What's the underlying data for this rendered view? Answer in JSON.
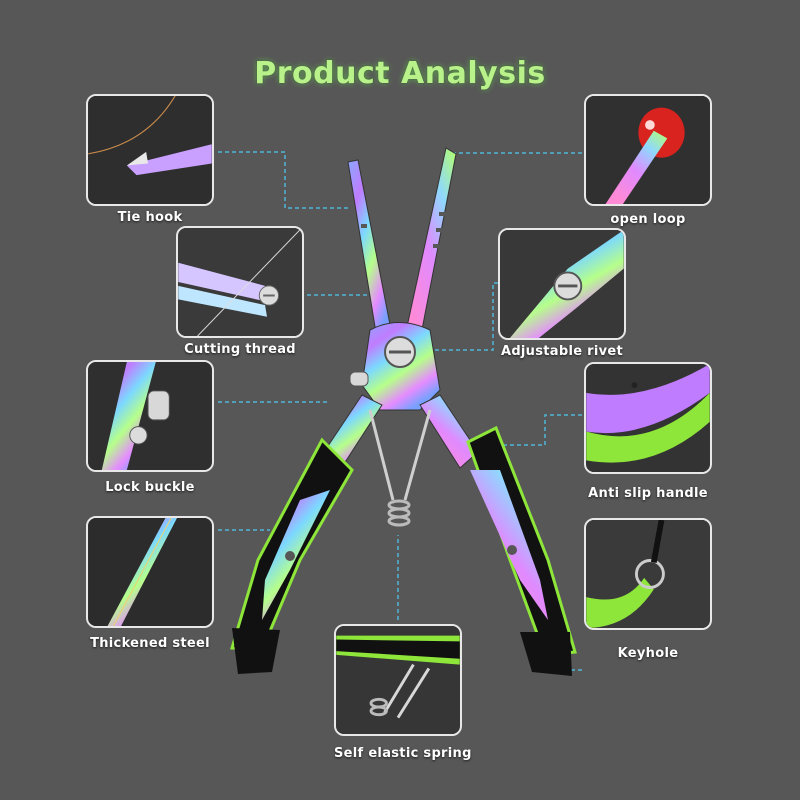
{
  "title": "Product Analysis",
  "features": [
    {
      "label": "Tie hook"
    },
    {
      "label": "open loop"
    },
    {
      "label": "Cutting thread"
    },
    {
      "label": "Adjustable rivet"
    },
    {
      "label": "Lock buckle"
    },
    {
      "label": "Anti slip handle"
    },
    {
      "label": "Thickened steel"
    },
    {
      "label": "Keyhole"
    },
    {
      "label": "Self elastic spring"
    }
  ],
  "colors": {
    "background": "#575757",
    "title_glow": "#b9f28a",
    "handle_green": "#8ee63a",
    "connector": "#4fb6d8"
  }
}
